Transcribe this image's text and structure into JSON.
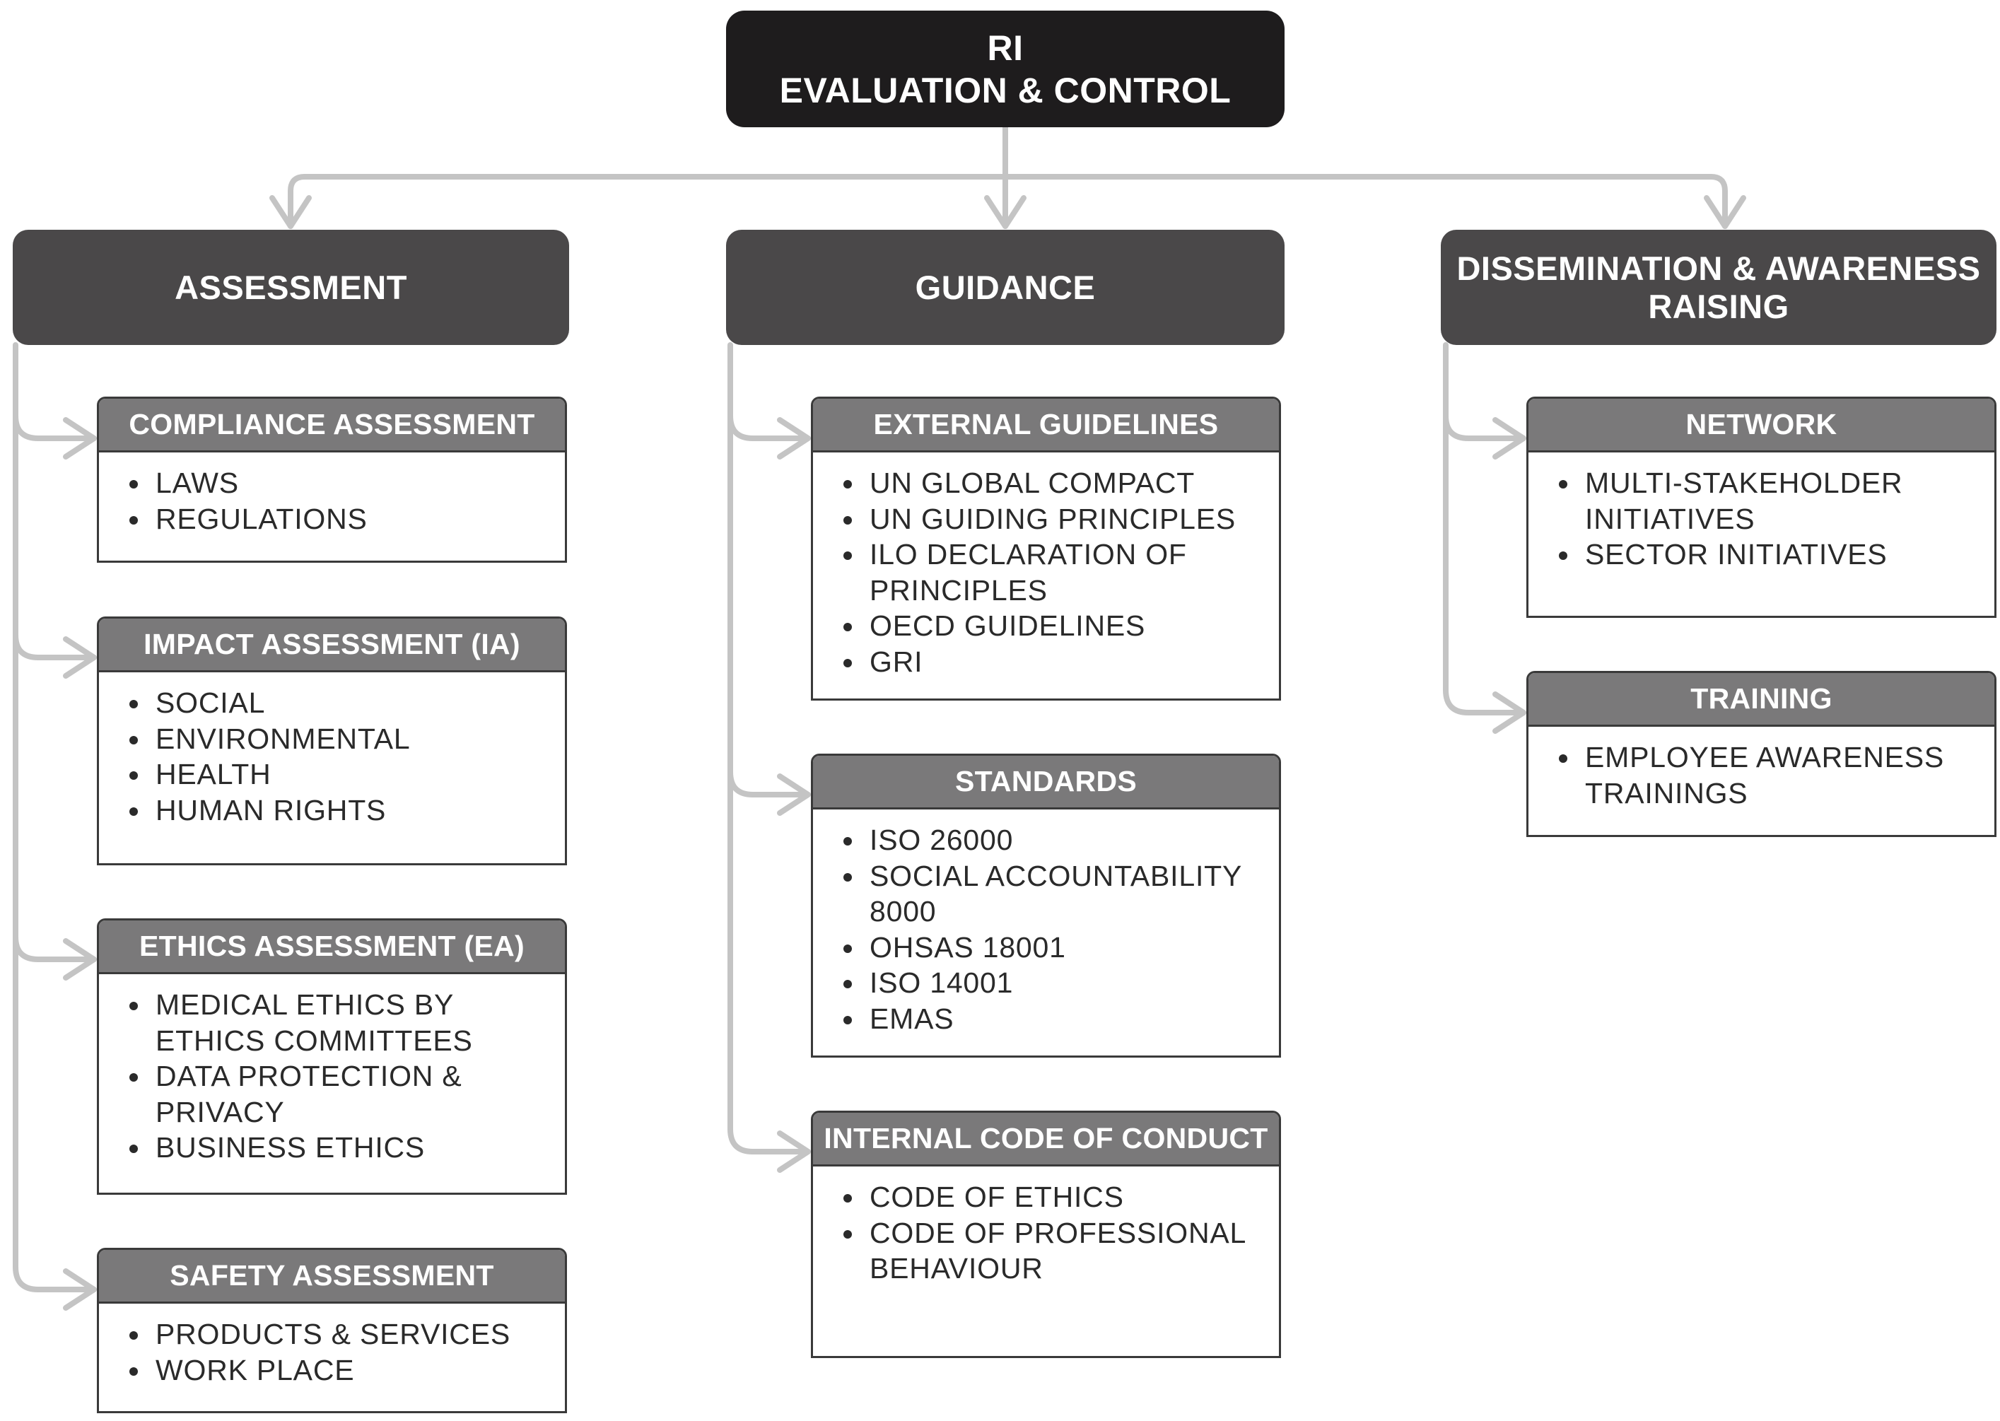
{
  "root": {
    "line1": "RI",
    "line2": "EVALUATION & CONTROL"
  },
  "columns": [
    {
      "title": "ASSESSMENT",
      "boxes": [
        {
          "title": "COMPLIANCE ASSESSMENT",
          "items": [
            "LAWS",
            "REGULATIONS"
          ]
        },
        {
          "title": "IMPACT ASSESSMENT (IA)",
          "items": [
            "SOCIAL",
            "ENVIRONMENTAL",
            "HEALTH",
            "HUMAN RIGHTS"
          ]
        },
        {
          "title": "ETHICS ASSESSMENT (EA)",
          "items": [
            "MEDICAL ETHICS BY ETHICS COMMITTEES",
            "DATA PROTECTION & PRIVACY",
            "BUSINESS ETHICS"
          ]
        },
        {
          "title": "SAFETY ASSESSMENT",
          "items": [
            "PRODUCTS & SERVICES",
            "WORK PLACE"
          ]
        }
      ]
    },
    {
      "title": "GUIDANCE",
      "boxes": [
        {
          "title": "EXTERNAL GUIDELINES",
          "items": [
            "UN GLOBAL COMPACT",
            "UN GUIDING PRINCIPLES",
            "ILO DECLARATION OF PRINCIPLES",
            "OECD GUIDELINES",
            "GRI"
          ]
        },
        {
          "title": "STANDARDS",
          "items": [
            "ISO 26000",
            "SOCIAL ACCOUNTABILITY 8000",
            "OHSAS 18001",
            "ISO 14001",
            "EMAS"
          ]
        },
        {
          "title": "INTERNAL CODE OF CONDUCT",
          "items": [
            "CODE OF ETHICS",
            "CODE OF PROFESSIONAL BEHAVIOUR"
          ]
        }
      ]
    },
    {
      "title": "DISSEMINATION & AWARENESS RAISING",
      "boxes": [
        {
          "title": "NETWORK",
          "items": [
            "MULTI-STAKEHOLDER INITIATIVES",
            "SECTOR INITIATIVES"
          ]
        },
        {
          "title": "TRAINING",
          "items": [
            "EMPLOYEE AWARENESS TRAININGS"
          ]
        }
      ]
    }
  ],
  "colors": {
    "root_fill": "#1e1c1d",
    "category_fill": "#4a4849",
    "subheader_fill": "#7a797a",
    "connector": "#c4c4c4",
    "border": "#3a3a3a"
  }
}
